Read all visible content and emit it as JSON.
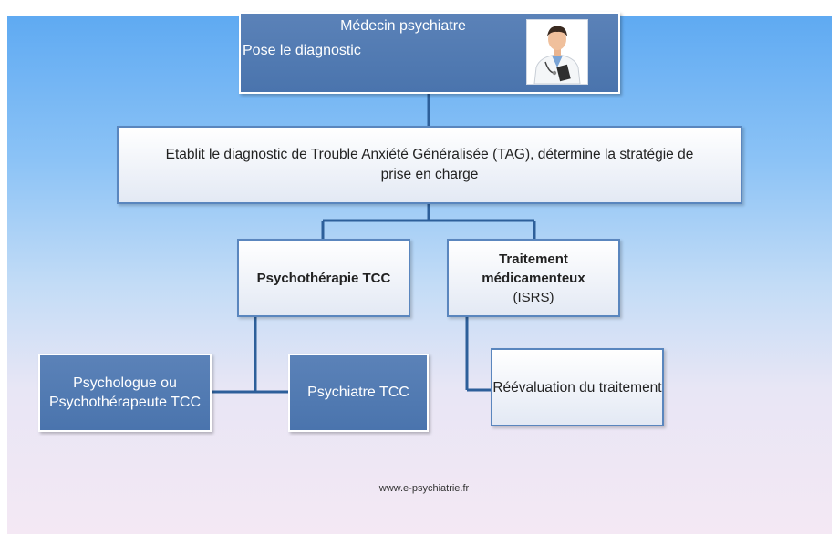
{
  "top": {
    "title": "Médecin psychiatre",
    "subtitle": "Pose le diagnostic"
  },
  "diagnosis": {
    "text": "Etablit le diagnostic de Trouble Anxiété Généralisée (TAG), détermine la stratégie de prise en charge"
  },
  "psychotherapy": {
    "label": "Psychothérapie TCC"
  },
  "medication": {
    "title": "Traitement médicamenteux",
    "subtitle": "(ISRS)"
  },
  "psychologist": {
    "label": "Psychologue ou Psychothérapeute TCC"
  },
  "psychiatrist_tcc": {
    "label": "Psychiatre TCC"
  },
  "reevaluation": {
    "label": "Réévaluation du traitement"
  },
  "footer": {
    "url": "www.e-psychiatrie.fr"
  },
  "icons": {
    "doctor": "doctor-illustration"
  },
  "colors": {
    "dark_box": "#4f79b3",
    "light_border": "#5a86be",
    "connector": "#2d5f9a"
  }
}
